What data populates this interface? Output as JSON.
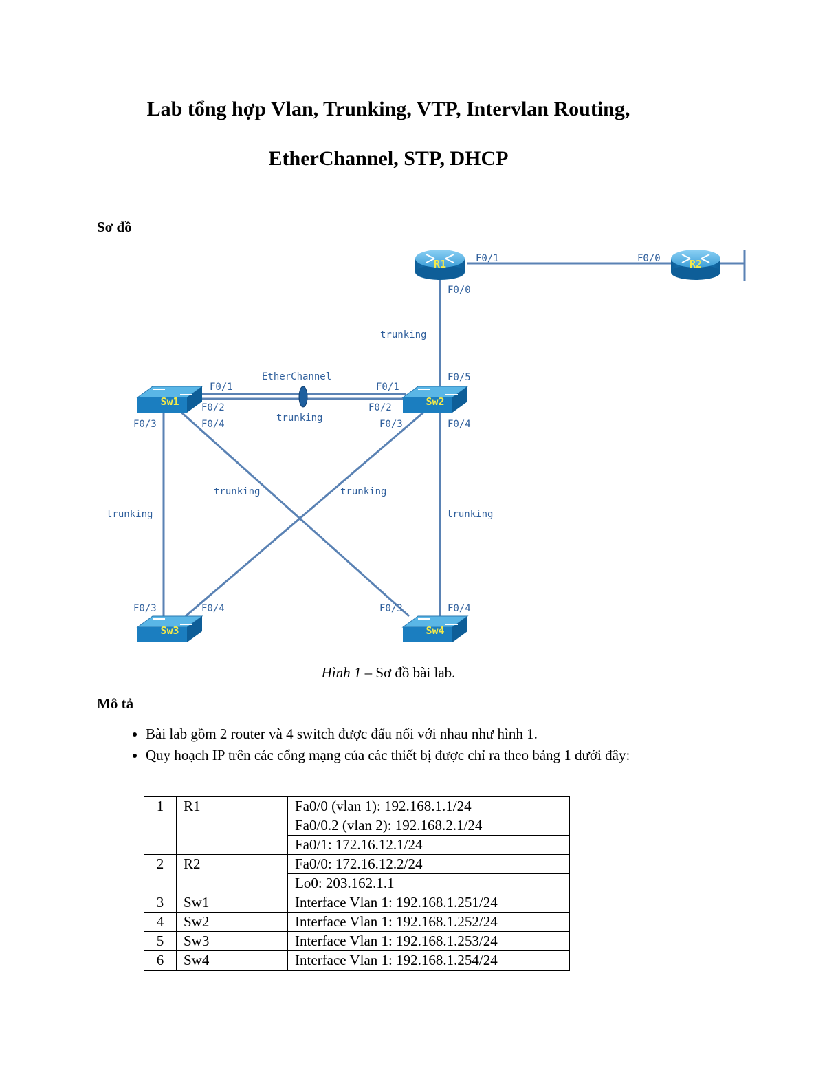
{
  "title": {
    "line1": "Lab tổng hợp Vlan, Trunking, VTP, Intervlan Routing,",
    "line2": "EtherChannel, STP, DHCP"
  },
  "section_diagram": "Sơ đồ",
  "diagram": {
    "devices": {
      "r1": "R1",
      "r2": "R2",
      "sw1": "Sw1",
      "sw2": "Sw2",
      "sw3": "Sw3",
      "sw4": "Sw4"
    },
    "ports": {
      "r1_f01": "F0/1",
      "r2_f00": "F0/0",
      "r1_f00": "F0/0",
      "sw2_f05": "F0/5",
      "sw1_f01": "F0/1",
      "sw1_f02": "F0/2",
      "sw1_f03": "F0/3",
      "sw1_f04": "F0/4",
      "sw2_f01": "F0/1",
      "sw2_f02": "F0/2",
      "sw2_f03": "F0/3",
      "sw2_f04": "F0/4",
      "sw3_f03": "F0/3",
      "sw3_f04": "F0/4",
      "sw4_f03": "F0/3",
      "sw4_f04": "F0/4"
    },
    "link_labels": {
      "r1_sw2": "trunking",
      "etherchannel": "EtherChannel",
      "sw1_sw2": "trunking",
      "sw1_sw4": "trunking",
      "sw2_sw3": "trunking",
      "sw1_sw3": "trunking",
      "sw2_sw4": "trunking"
    },
    "colors": {
      "link": "#5a82b4",
      "device_body": "#1b7ec0",
      "device_top": "#4fb0e4",
      "device_label": "#f4e94a",
      "port_text": "#2f5f9c"
    }
  },
  "caption": {
    "italic": "Hình 1",
    "rest": " – Sơ đồ bài lab."
  },
  "section_description": "Mô tả",
  "bullets": [
    "Bài lab gồm 2 router và 4 switch được đấu nối với nhau như hình 1.",
    "Quy hoạch IP trên các cổng mạng của các thiết bị được chỉ ra theo bảng 1 dưới đây:"
  ],
  "table": {
    "groups": [
      {
        "num": "1",
        "device": "R1",
        "addresses": [
          "Fa0/0 (vlan 1): 192.168.1.1/24",
          "Fa0/0.2 (vlan 2): 192.168.2.1/24",
          "Fa0/1: 172.16.12.1/24"
        ]
      },
      {
        "num": "2",
        "device": "R2",
        "addresses": [
          "Fa0/0: 172.16.12.2/24",
          "Lo0: 203.162.1.1"
        ]
      },
      {
        "num": "3",
        "device": "Sw1",
        "addresses": [
          "Interface Vlan 1: 192.168.1.251/24"
        ]
      },
      {
        "num": "4",
        "device": "Sw2",
        "addresses": [
          "Interface Vlan 1: 192.168.1.252/24"
        ]
      },
      {
        "num": "5",
        "device": "Sw3",
        "addresses": [
          "Interface Vlan 1: 192.168.1.253/24"
        ]
      },
      {
        "num": "6",
        "device": "Sw4",
        "addresses": [
          "Interface Vlan 1: 192.168.1.254/24"
        ]
      }
    ]
  }
}
